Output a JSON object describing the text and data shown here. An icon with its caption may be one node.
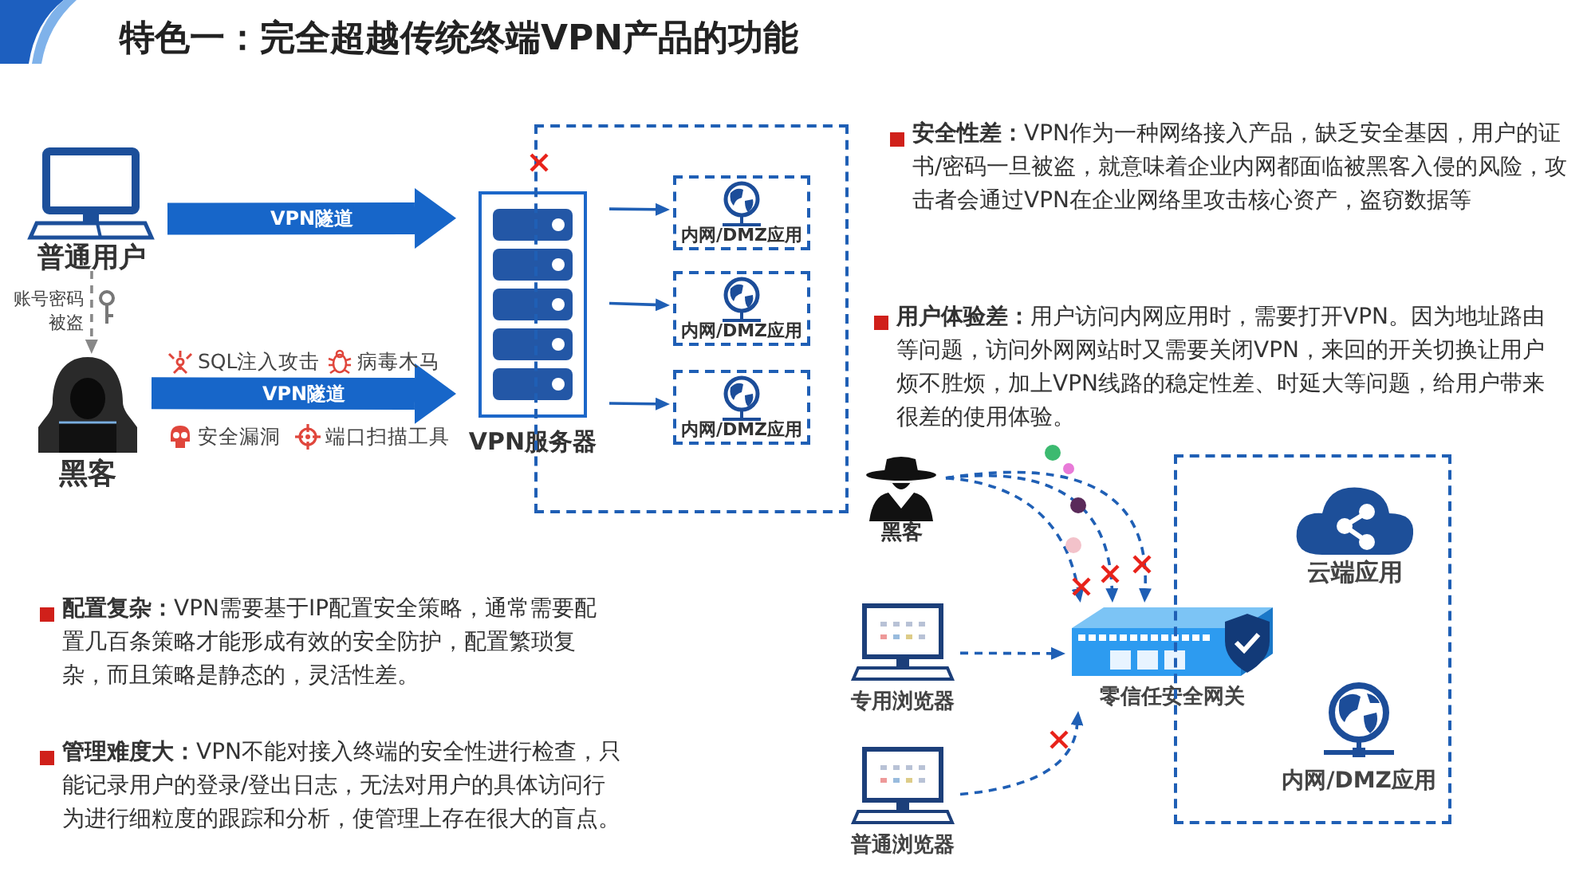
{
  "diagram": {
    "title": "特色一：完全超越传统终端VPN产品的功能",
    "nodes": [
      {
        "text": [
          "普通用户"
        ]
      },
      {
        "text": [
          "黑客"
        ]
      },
      {
        "text": [
          "VPN服务器"
        ]
      },
      {
        "text": [],
        "shape": "box"
      },
      {
        "text": [
          "内网/DMZ应用"
        ],
        "in": 3
      },
      {
        "text": [
          "内网/DMZ应用"
        ],
        "in": 3
      },
      {
        "text": [
          "内网/DMZ应用"
        ],
        "in": 3
      },
      {
        "text": [
          "黑客"
        ]
      },
      {
        "text": [
          "专用浏览器"
        ]
      },
      {
        "text": [
          "普通浏览器"
        ]
      },
      {
        "text": [
          "零信任安全网关"
        ]
      },
      {
        "text": [],
        "shape": "box"
      },
      {
        "text": [
          "云端应用"
        ],
        "in": 11
      },
      {
        "text": [
          "内网/DMZ应用"
        ],
        "in": 11
      }
    ],
    "edges": [
      {
        "from": 0,
        "to": 2,
        "arrow": "to",
        "label": "VPN隧道",
        "style": "thick"
      },
      {
        "from": 1,
        "to": 2,
        "arrow": "to",
        "label": "VPN隧道",
        "style": "thick"
      },
      {
        "from": 2,
        "to": 4,
        "arrow": "to"
      },
      {
        "from": 2,
        "to": 5,
        "arrow": "to"
      },
      {
        "from": 2,
        "to": 6,
        "arrow": "to"
      },
      {
        "from": 0,
        "to": 1,
        "arrow": "to",
        "label": "账号密码被盗",
        "style": "dashed",
        "color": "#888888"
      },
      {
        "from": 7,
        "to": 10,
        "arrow": "to",
        "style": "dashed"
      },
      {
        "from": 7,
        "to": 10,
        "arrow": "to",
        "style": "dashed"
      },
      {
        "from": 7,
        "to": 10,
        "arrow": "to",
        "style": "dashed"
      },
      {
        "from": 8,
        "to": 10,
        "arrow": "to",
        "style": "dashed"
      },
      {
        "from": 9,
        "to": 10,
        "arrow": "to",
        "style": "dashed"
      }
    ],
    "labels": [
      "SQL注入攻击",
      "病毒木马",
      "安全漏洞",
      "端口扫描工具",
      "**安全性差：**VPN作为一种网络接入产品，缺乏安全基因，用户的证书/密码一旦被盗，就意味着企业内网都面临被黑客入侵的风险，攻击者会通过VPN在企业网络里攻击核心资产，盗窃数据等",
      "**用户体验差：**用户访问内网应用时，需要打开VPN。因为地址路由等问题，访问外网网站时又需要关闭VPN，来回的开关切换让用户烦不胜烦，加上VPN线路的稳定性差、时延大等问题，给用户带来很差的使用体验。",
      "**配置复杂：**VPN需要基于IP配置安全策略，通常需要配置几百条策略才能形成有效的安全防护，配置繁琐复杂，而且策略是静态的，灵活性差。",
      "**管理难度大：**VPN不能对接入终端的安全性进行检查，只能记录用户的登录/登出日志，无法对用户的具体访问行为进行细粒度的跟踪和分析，使管理上存在很大的盲点。"
    ]
  }
}
